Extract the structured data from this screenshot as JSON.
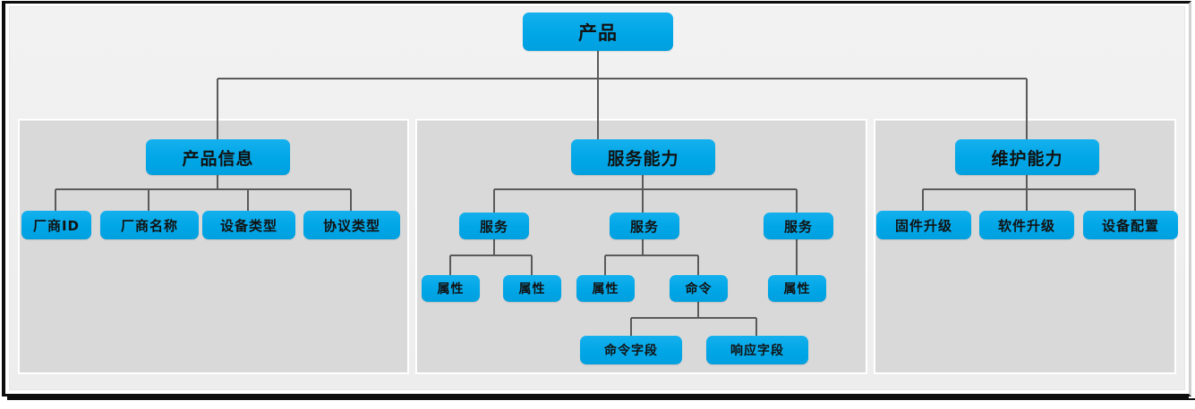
{
  "diagram": {
    "title": "产品",
    "root": {
      "label": "产品"
    },
    "groups": [
      {
        "name": "product-info-group",
        "label": "产品信息"
      },
      {
        "name": "service-capability-group",
        "label": "服务能力"
      },
      {
        "name": "maintenance-capability-group",
        "label": "维护能力"
      }
    ],
    "nodes": {
      "root": "产品",
      "branch_product_info": "产品信息",
      "branch_service": "服务能力",
      "branch_maintenance": "维护能力",
      "vendor_id": "厂商ID",
      "vendor_name": "厂商名称",
      "device_type": "设备类型",
      "protocol_type": "协议类型",
      "service_1": "服务",
      "service_2": "服务",
      "service_3": "服务",
      "attribute_1": "属性",
      "attribute_2": "属性",
      "attribute_3": "属性",
      "command_1": "命令",
      "attribute_4": "属性",
      "command_field": "命令字段",
      "response_field": "响应字段",
      "firmware_upgrade": "固件升级",
      "software_upgrade": "软件升级",
      "device_config": "设备配置"
    },
    "colors": {
      "node_fill": "#00a6e6",
      "node_text": "#121212",
      "group_fill": "#d9d9d9",
      "group_border": "#ffffff",
      "connector": "#5a5a5a",
      "page_bg": "#f0f0f0",
      "frame": "#0d0d0d"
    }
  }
}
